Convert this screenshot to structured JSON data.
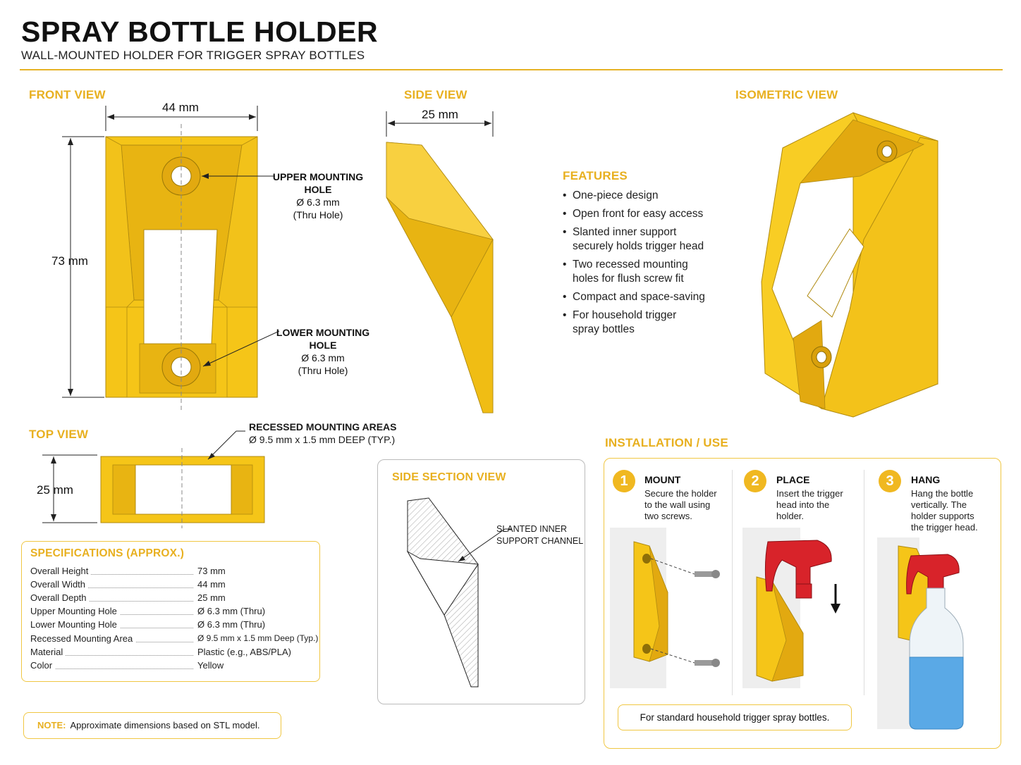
{
  "header": {
    "title": "SPRAY BOTTLE HOLDER",
    "subtitle": "WALL-MOUNTED HOLDER FOR TRIGGER SPRAY BOTTLES"
  },
  "front_view": {
    "heading": "FRONT VIEW",
    "width_dim": "44 mm",
    "height_dim": "73 mm",
    "upper_hole": {
      "title1": "UPPER MOUNTING",
      "title2": "HOLE",
      "dia": "Ø 6.3 mm",
      "type": "(Thru Hole)"
    },
    "lower_hole": {
      "title1": "LOWER MOUNTING",
      "title2": "HOLE",
      "dia": "Ø 6.3 mm",
      "type": "(Thru Hole)"
    }
  },
  "side_view": {
    "heading": "SIDE VIEW",
    "depth_dim": "25 mm"
  },
  "isometric_view": {
    "heading": "ISOMETRIC VIEW"
  },
  "top_view": {
    "heading": "TOP VIEW",
    "depth_dim": "25 mm",
    "recess_title": "RECESSED MOUNTING AREAS",
    "recess_dims": "Ø 9.5 mm x 1.5 mm DEEP (TYP.)"
  },
  "features": {
    "heading": "FEATURES",
    "items": [
      [
        "One-piece design"
      ],
      [
        "Open front for easy access"
      ],
      [
        "Slanted inner support",
        "securely holds trigger head"
      ],
      [
        "Two recessed mounting",
        "holes for flush screw fit"
      ],
      [
        "Compact and space-saving"
      ],
      [
        "For household trigger",
        "spray bottles"
      ]
    ]
  },
  "specs": {
    "heading": "SPECIFICATIONS (APPROX.)",
    "rows": [
      {
        "label": "Overall Height",
        "value": "73 mm"
      },
      {
        "label": "Overall Width",
        "value": "44 mm"
      },
      {
        "label": "Overall Depth",
        "value": "25 mm"
      },
      {
        "label": "Upper Mounting Hole",
        "value": "Ø 6.3 mm (Thru)"
      },
      {
        "label": "Lower Mounting Hole",
        "value": "Ø 6.3 mm (Thru)"
      },
      {
        "label": "Recessed Mounting Area",
        "value": "Ø 9.5 mm x 1.5 mm Deep (Typ.)"
      },
      {
        "label": "Material",
        "value": "Plastic (e.g., ABS/PLA)"
      },
      {
        "label": "Color",
        "value": "Yellow"
      }
    ]
  },
  "note": {
    "label": "NOTE:",
    "text": "Approximate dimensions based on STL model."
  },
  "section_view": {
    "heading": "SIDE SECTION VIEW",
    "callout1": "SLANTED INNER",
    "callout2": "SUPPORT CHANNEL"
  },
  "installation": {
    "heading": "INSTALLATION / USE",
    "steps": [
      {
        "num": "1",
        "title": "MOUNT",
        "lines": [
          "Secure the holder",
          "to the wall using",
          "two screws."
        ]
      },
      {
        "num": "2",
        "title": "PLACE",
        "lines": [
          "Insert the trigger",
          "head into the",
          "holder."
        ]
      },
      {
        "num": "3",
        "title": "HANG",
        "lines": [
          "Hang the bottle",
          "vertically. The",
          "holder supports",
          "the trigger head."
        ]
      }
    ],
    "footer": "For standard household trigger spray bottles."
  },
  "colors": {
    "accent": "#e8b020",
    "part_yellow": "#f5c518",
    "part_shadow": "#d9a80f",
    "trigger_red": "#d8232a",
    "liquid_blue": "#5aa9e6"
  }
}
